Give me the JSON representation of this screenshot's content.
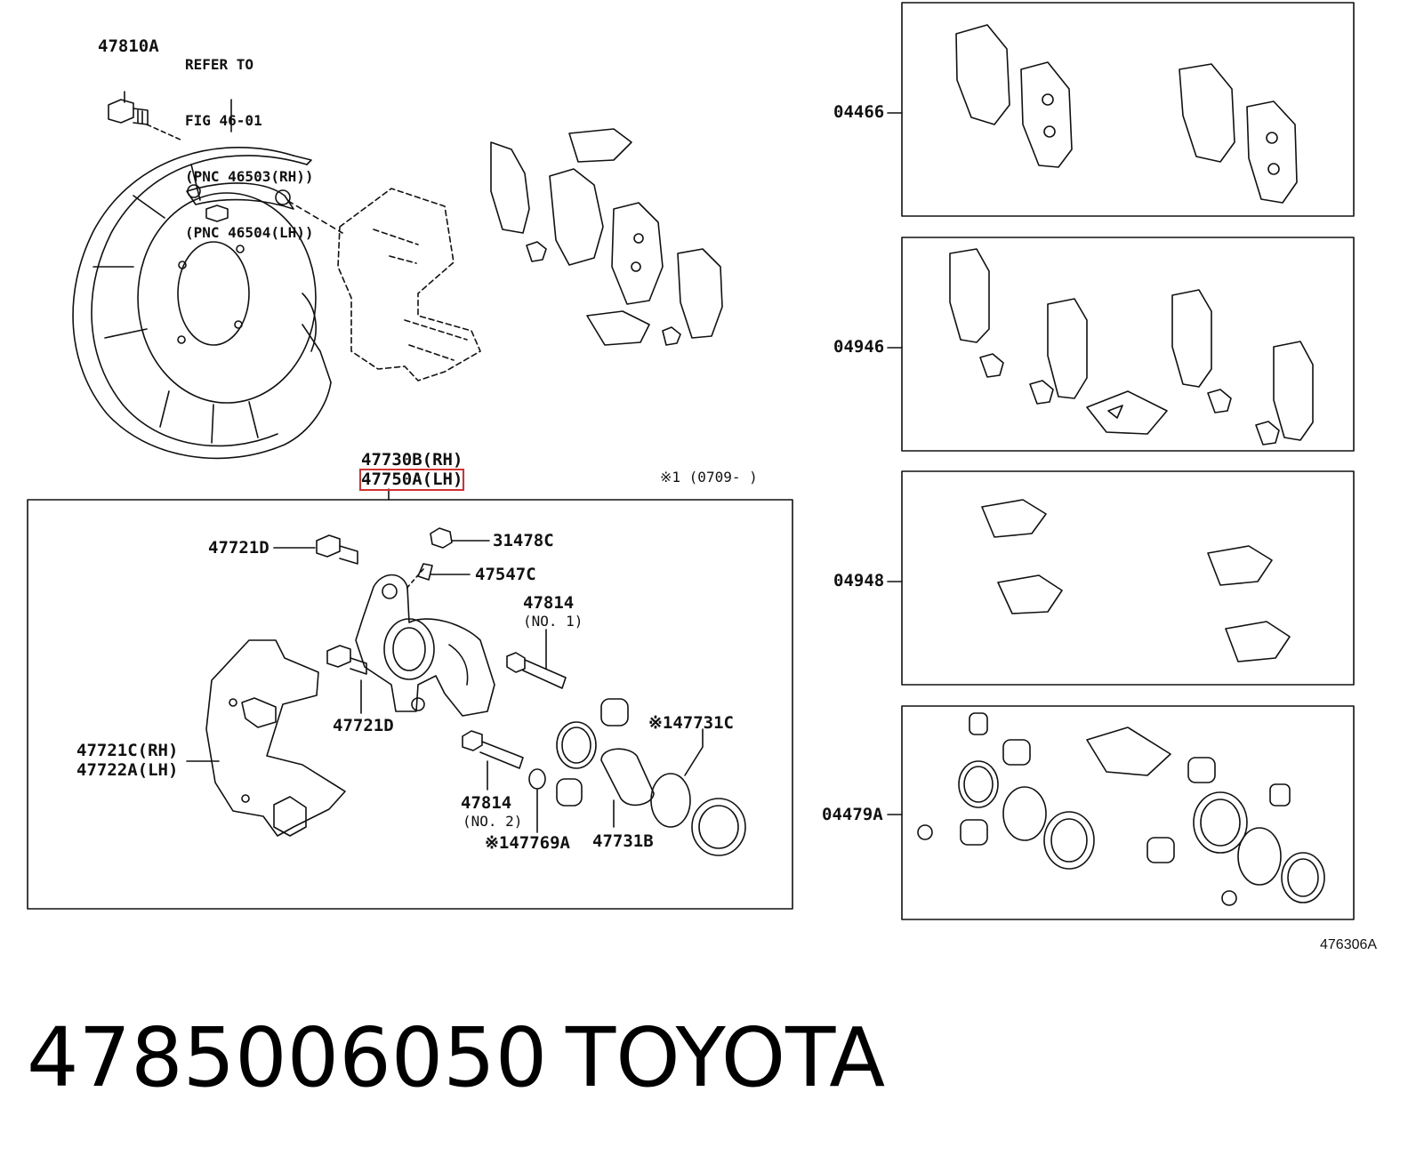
{
  "callouts": {
    "c47810A": "47810A",
    "refer": [
      "REFER TO",
      "FIG 46-01",
      "(PNC 46503(RH))",
      "(PNC 46504(LH))"
    ],
    "c47730B": "47730B(RH)",
    "c47750A": "47750A(LH)",
    "note1": "※1 (0709-    )",
    "c47721D_a": "47721D",
    "c31478C": "31478C",
    "c47547C": "47547C",
    "c47814_a": "47814",
    "c47814_a_sub": "(NO. 1)",
    "c47721D_b": "47721D",
    "c47721C": "47721C(RH)",
    "c47722A": "47722A(LH)",
    "c47731C": "※147731C",
    "c47814_b": "47814",
    "c47814_b_sub": "(NO. 2)",
    "c47769A": "※147769A",
    "c47731B": "47731B"
  },
  "kits": [
    "04466",
    "04946",
    "04948",
    "04479A"
  ],
  "illustration_number": "476306A",
  "footer": {
    "part_number": "4785006050",
    "brand": "TOYOTA"
  },
  "highlight_color": "#d23232"
}
